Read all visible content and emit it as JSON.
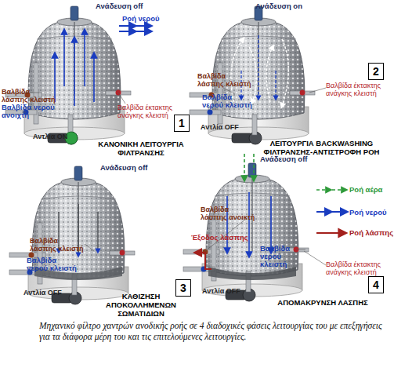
{
  "diagram": {
    "caption": "Μηχανικό φίλτρο χαντρών ανοδικής ροής σε 4 διαδοχικές φάσεις λειτουργίας του με επεξηγήσεις για τα διάφορα μέρη του και τις επιτελούμενες λειτουργίες.",
    "nodes": [
      {
        "text": [
          "1"
        ]
      },
      {
        "text": [
          "2"
        ]
      },
      {
        "text": [
          "3"
        ]
      },
      {
        "text": [
          "4"
        ]
      }
    ],
    "labels": [
      "Ανάδευση off",
      "Ροή νερού",
      "Βαλβίδα λάσπης κλειστή",
      "Βαλβίδα νερού ανοιχτή",
      "Βαλβίδα έκτακτης ανάγκης κλειστή",
      "Αντλία ON",
      "ΚΑΝΟΝΙΚΗ ΛΕΙΤΟΥΡΓΙΑ ΦΙΛΤΡΑΝΣΗΣ",
      "Ανάδευση on",
      "Βαλβίδα λάσπης κλειστή",
      "Βαλβίδα νερού κλειστή",
      "Βαλβίδα έκτακτης ανάγκης κλειστή",
      "Αντλία OFF",
      "ΛΕΙΤΟΥΡΓΙΑ BACKWASHING ΦΙΛΤΡΑΝΣΗΣ-ΑΝΤΙΣΤΡΟΦΗ ΡΟΗ",
      "Ανάδευση off",
      "Βαλβίδα λάσπης κλειστή",
      "Βαλβίδα νερού κλειστή",
      "Αντλία OFF",
      "ΚΑΘΙΖΗΣΗ ΑΠΟΚΟΛΛΗΜΕΝΩΝ ΣΩΜΑΤΙΔΙΩΝ",
      "Ανάδευση off",
      "Βαλβίδα λάσπης ανοικτή",
      "Έξοδος λάσπης",
      "Βαλβίδα νερού κλειστή",
      "Βαλβίδα έκτακτης ανάγκης κλειστή",
      "Αντλία OFF",
      "ΑΠΟΜΑΚΡΥΝΣΗ ΛΑΣΠΗΣ"
    ],
    "legend": [
      {
        "text": "Ροή αέρα"
      },
      {
        "text": "Ροή νερού"
      },
      {
        "text": "Ροή λάσπης"
      }
    ]
  }
}
